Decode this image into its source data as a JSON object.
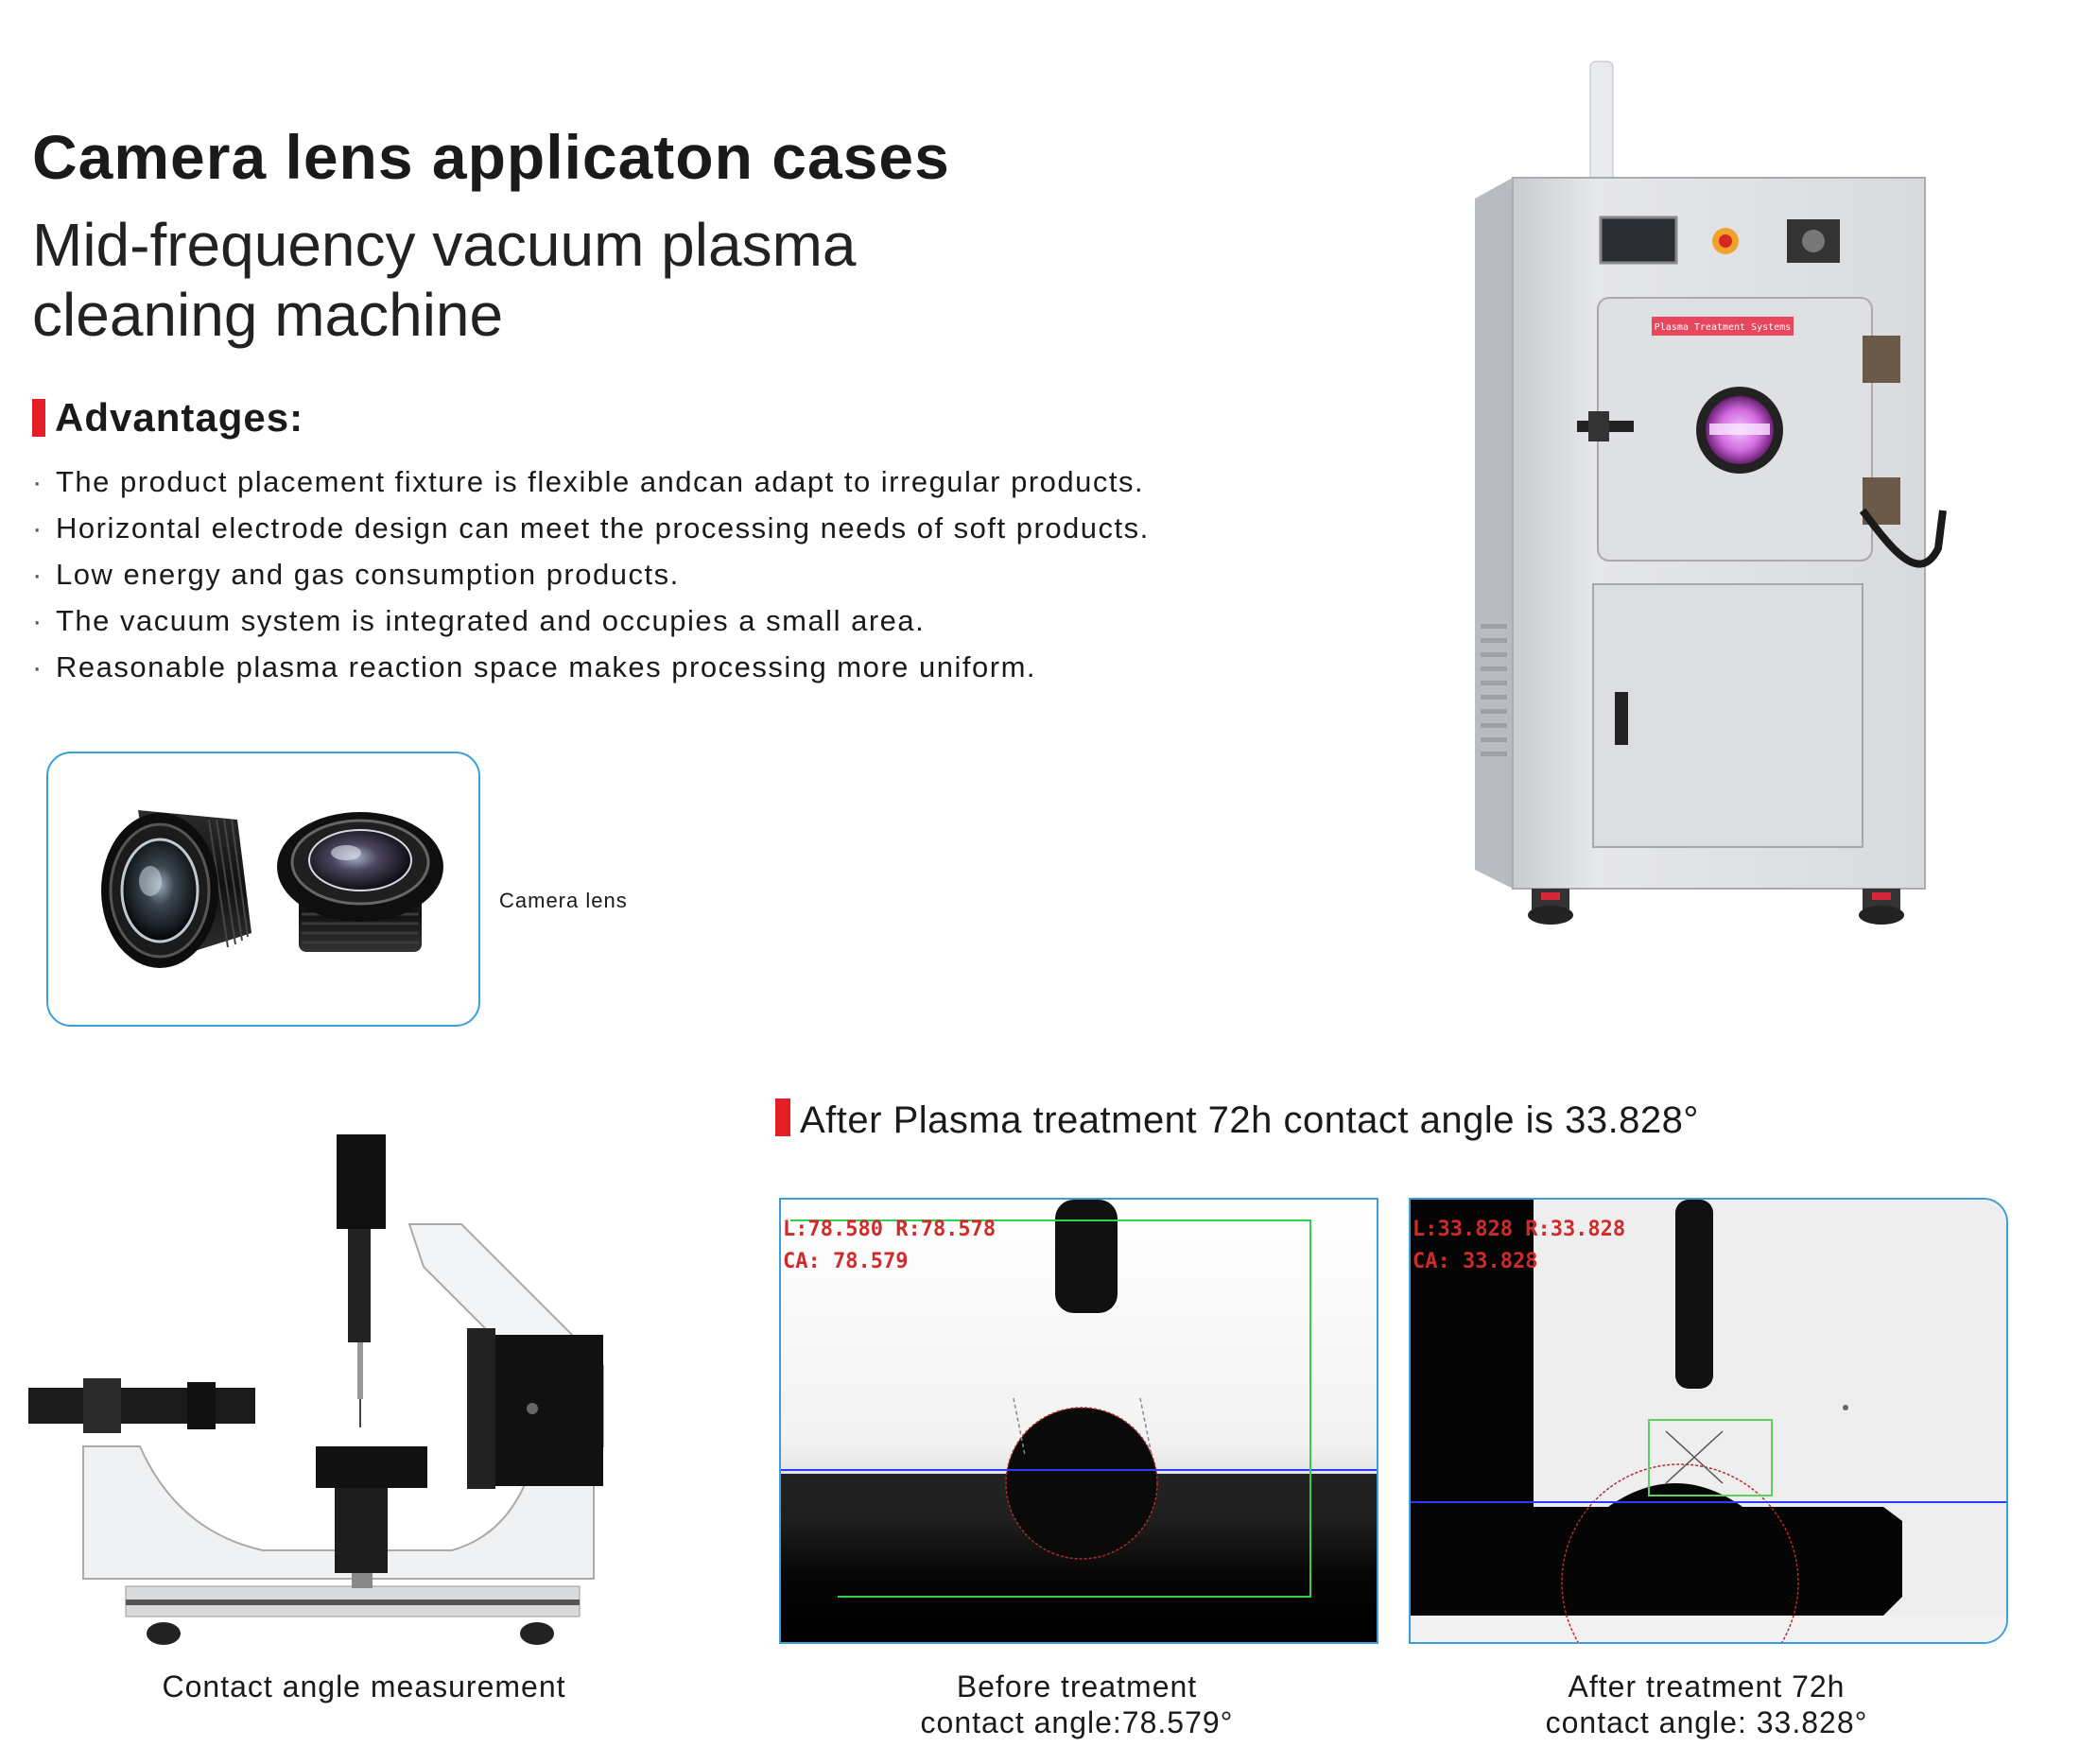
{
  "header": {
    "title": "Camera lens applicaton cases",
    "subtitle": "Mid-frequency vacuum plasma cleaning machine"
  },
  "advantages": {
    "heading": "Advantages:",
    "bullet": "·",
    "items": [
      "The product placement fixture is flexible andcan adapt to irregular products.",
      "Horizontal electrode design can meet the processing needs of soft products.",
      "Low energy and gas consumption products.",
      "The vacuum system is integrated and occupies a small area.",
      "Reasonable plasma reaction space makes processing more uniform."
    ]
  },
  "lens": {
    "label": "Camera lens"
  },
  "machine": {
    "panel_label": "Plasma Treatment Systems"
  },
  "results": {
    "heading": "After Plasma treatment 72h contact angle is 33.828°",
    "before": {
      "readout_lr": "L:78.580  R:78.578",
      "readout_ca": "CA:  78.579",
      "caption_line1": "Before treatment",
      "caption_line2": "contact angle:78.579°"
    },
    "after": {
      "readout_lr": "L:33.828  R:33.828",
      "readout_ca": "CA:  33.828",
      "caption_line1": "After treatment 72h",
      "caption_line2": "contact angle: 33.828°"
    }
  },
  "instrument": {
    "caption": "Contact angle measurement"
  },
  "colors": {
    "accent_red": "#e51e25",
    "frame_blue": "#3a9fd8"
  }
}
